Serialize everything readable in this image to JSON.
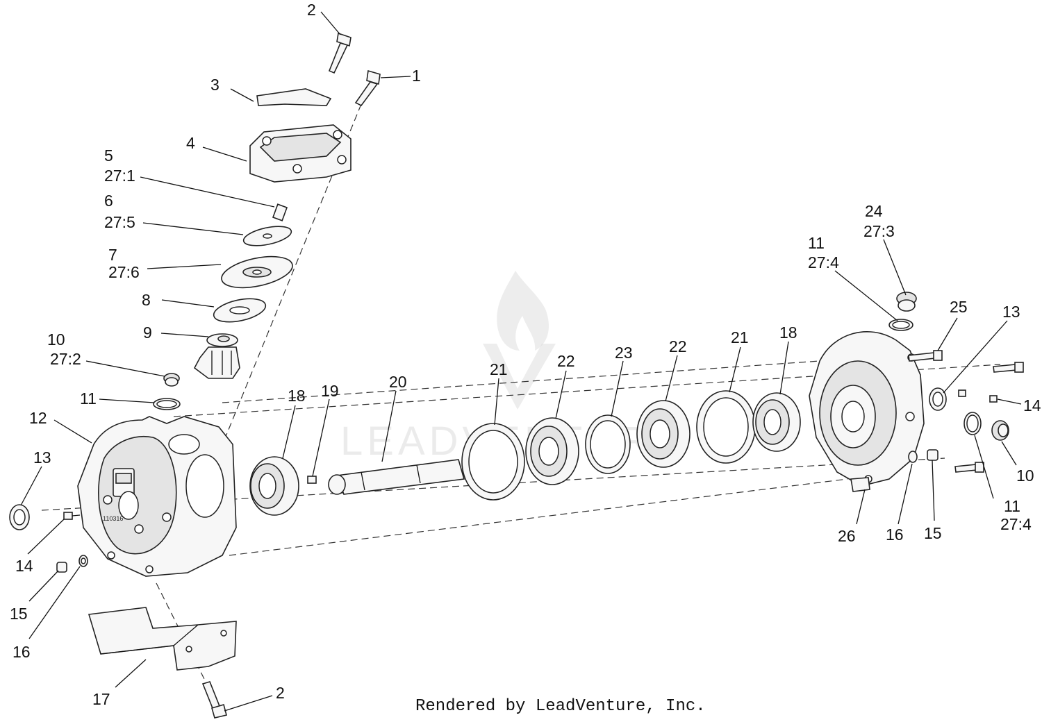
{
  "footer": {
    "text": "Rendered by LeadVenture, Inc."
  },
  "watermark": {
    "text": "LEADVENTURE"
  },
  "part_stamp": "110316",
  "callouts": [
    {
      "id": "c-2-top",
      "label": "2"
    },
    {
      "id": "c-1",
      "label": "1"
    },
    {
      "id": "c-3",
      "label": "3"
    },
    {
      "id": "c-4",
      "label": "4"
    },
    {
      "id": "c-5",
      "label": "5"
    },
    {
      "id": "c-27-1",
      "label": "27:1"
    },
    {
      "id": "c-6",
      "label": "6"
    },
    {
      "id": "c-27-5",
      "label": "27:5"
    },
    {
      "id": "c-7",
      "label": "7"
    },
    {
      "id": "c-27-6",
      "label": "27:6"
    },
    {
      "id": "c-8",
      "label": "8"
    },
    {
      "id": "c-9",
      "label": "9"
    },
    {
      "id": "c-10-left",
      "label": "10"
    },
    {
      "id": "c-27-2",
      "label": "27:2"
    },
    {
      "id": "c-11-left",
      "label": "11"
    },
    {
      "id": "c-12",
      "label": "12"
    },
    {
      "id": "c-13-left",
      "label": "13"
    },
    {
      "id": "c-14-left",
      "label": "14"
    },
    {
      "id": "c-15-left",
      "label": "15"
    },
    {
      "id": "c-16-left",
      "label": "16"
    },
    {
      "id": "c-17",
      "label": "17"
    },
    {
      "id": "c-2-bottom",
      "label": "2"
    },
    {
      "id": "c-18-left",
      "label": "18"
    },
    {
      "id": "c-19",
      "label": "19"
    },
    {
      "id": "c-20",
      "label": "20"
    },
    {
      "id": "c-21-left",
      "label": "21"
    },
    {
      "id": "c-22-left",
      "label": "22"
    },
    {
      "id": "c-23",
      "label": "23"
    },
    {
      "id": "c-22-right",
      "label": "22"
    },
    {
      "id": "c-21-right",
      "label": "21"
    },
    {
      "id": "c-18-right",
      "label": "18"
    },
    {
      "id": "c-24",
      "label": "24"
    },
    {
      "id": "c-27-3",
      "label": "27:3"
    },
    {
      "id": "c-11-right-top",
      "label": "11"
    },
    {
      "id": "c-27-4-top",
      "label": "27:4"
    },
    {
      "id": "c-25",
      "label": "25"
    },
    {
      "id": "c-13-right",
      "label": "13"
    },
    {
      "id": "c-14-right",
      "label": "14"
    },
    {
      "id": "c-10-right",
      "label": "10"
    },
    {
      "id": "c-11-right-bottom",
      "label": "11"
    },
    {
      "id": "c-27-4-bottom",
      "label": "27:4"
    },
    {
      "id": "c-26",
      "label": "26"
    },
    {
      "id": "c-16-right",
      "label": "16"
    },
    {
      "id": "c-15-right",
      "label": "15"
    }
  ]
}
